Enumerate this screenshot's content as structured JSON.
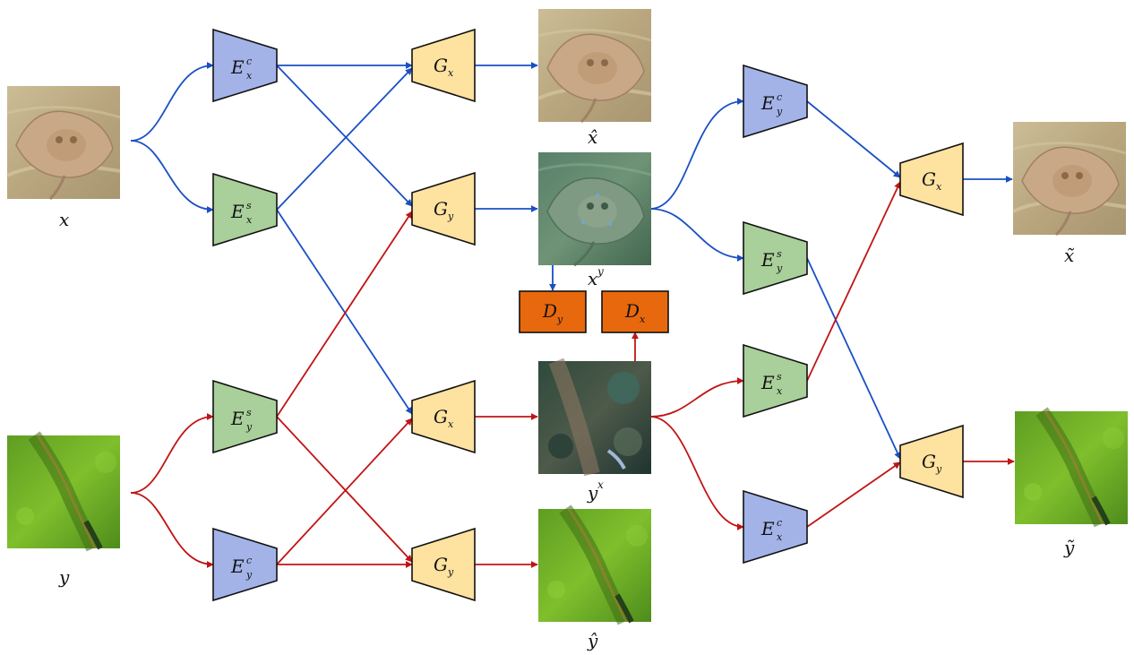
{
  "colors": {
    "content_encoder": "#a3b3e8",
    "style_encoder": "#a9cf9a",
    "generator": "#fde2a0",
    "discriminator": "#e8680e",
    "x_flow_arrow": "#1a4fc4",
    "y_flow_arrow": "#c11414"
  },
  "labels": {
    "x": "x",
    "y": "y",
    "x_hat": "x̂",
    "y_hat": "ŷ",
    "x_y": "x",
    "x_y_sup": "y",
    "y_x": "y",
    "y_x_sup": "x",
    "x_tilde": "x̃",
    "y_tilde": "ỹ"
  },
  "modules": {
    "Ecx": {
      "base": "E",
      "sub": "x",
      "sup": "c"
    },
    "Esx": {
      "base": "E",
      "sub": "x",
      "sup": "s"
    },
    "Esy": {
      "base": "E",
      "sub": "y",
      "sup": "s"
    },
    "Ecy": {
      "base": "E",
      "sub": "y",
      "sup": "c"
    },
    "Gx1": {
      "base": "G",
      "sub": "x"
    },
    "Gy1": {
      "base": "G",
      "sub": "y"
    },
    "Gx2": {
      "base": "G",
      "sub": "x"
    },
    "Gy2": {
      "base": "G",
      "sub": "y"
    },
    "Ecy2": {
      "base": "E",
      "sub": "y",
      "sup": "c"
    },
    "Esy2": {
      "base": "E",
      "sub": "y",
      "sup": "s"
    },
    "Esx2": {
      "base": "E",
      "sub": "x",
      "sup": "s"
    },
    "Ecx2": {
      "base": "E",
      "sub": "x",
      "sup": "c"
    },
    "Gx3": {
      "base": "G",
      "sub": "x"
    },
    "Gy3": {
      "base": "G",
      "sub": "y"
    },
    "Dy": {
      "base": "D",
      "sub": "y"
    },
    "Dx": {
      "base": "D",
      "sub": "x"
    }
  }
}
